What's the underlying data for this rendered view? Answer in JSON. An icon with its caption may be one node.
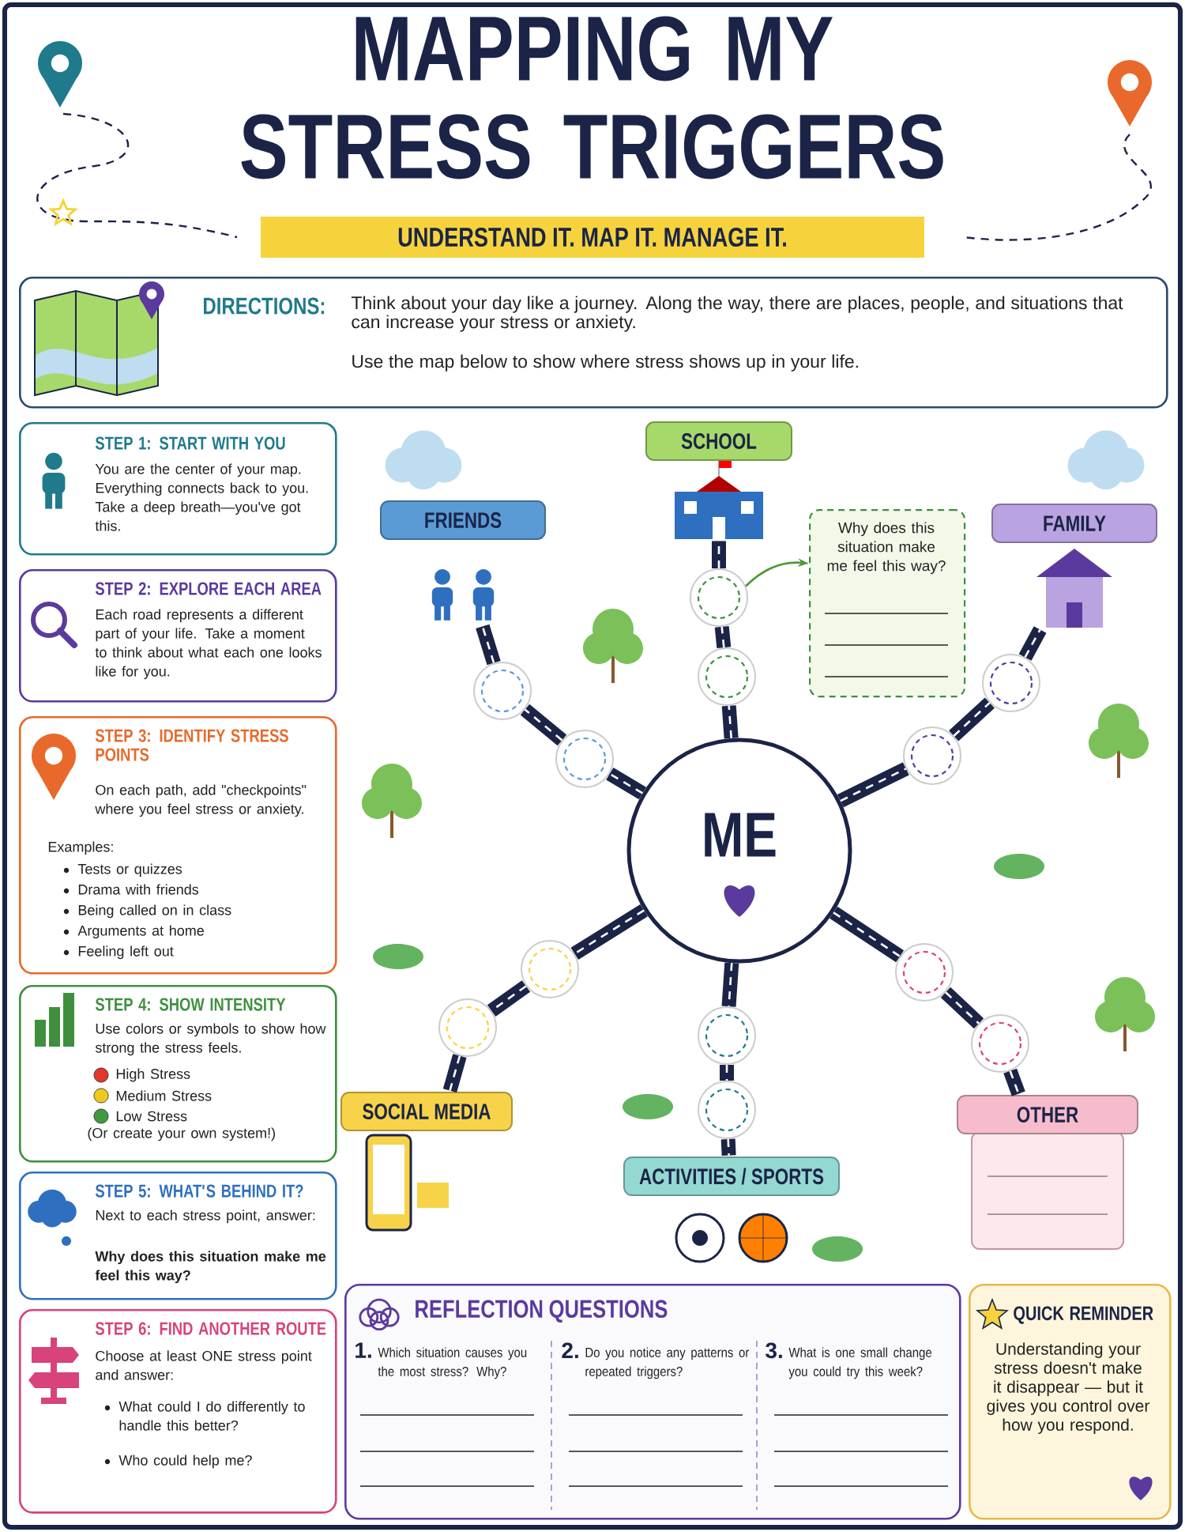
{
  "diagram": {
    "title": "MAPPING MY STRESS TRIGGERS",
    "nodes": [
      {
        "text": [
          "DIRECTIONS:",
          "Think about your day like a journey. Along the way, there are places, people, and situations that can increase your stress or anxiety.",
          "Use the map below to show where stress shows up in your life."
        ]
      },
      {
        "text": [
          "STEP 1: START WITH YOU",
          "You are the center of your map. Everything connects back to you. Take a deep breath—you've got this."
        ]
      },
      {
        "text": [
          "STEP 2: EXPLORE EACH AREA",
          "Each road represents a different part of your life. Take a moment to think about what each one looks like for you."
        ]
      },
      {
        "text": [
          "STEP 3: IDENTIFY STRESS POINTS",
          "On each path, add \"checkpoints\" where you feel stress or anxiety.",
          "Examples:",
          "Tests or quizzes",
          "Drama with friends",
          "Being called on in class",
          "Arguments at home",
          "Feeling left out"
        ]
      },
      {
        "text": [
          "STEP 4: SHOW INTENSITY",
          "Use colors or symbols to show how strong the stress feels.",
          "(Or create your own system!)"
        ]
      },
      {
        "text": [
          "STEP 5: WHAT'S BEHIND IT?",
          "Next to each stress point, answer:",
          "Why does this situation make me feel this way?"
        ]
      },
      {
        "text": [
          "STEP 6: FIND ANOTHER ROUTE",
          "Choose at least ONE stress point and answer:",
          "What could I do differently to handle this better?",
          "Who could help me?"
        ]
      },
      {
        "text": [
          "ME"
        ]
      },
      {
        "text": [
          "FRIENDS"
        ]
      },
      {
        "text": [
          "SCHOOL"
        ]
      },
      {
        "text": [
          "FAMILY"
        ]
      },
      {
        "text": [
          "SOCIAL MEDIA"
        ]
      },
      {
        "text": [
          "ACTIVITIES / SPORTS"
        ]
      },
      {
        "text": [
          "OTHER"
        ]
      },
      {
        "text": [],
        "shape": "circle"
      },
      {
        "text": [],
        "shape": "circle"
      },
      {
        "text": [],
        "shape": "circle"
      },
      {
        "text": [],
        "shape": "circle"
      },
      {
        "text": [],
        "shape": "circle"
      },
      {
        "text": [],
        "shape": "circle"
      },
      {
        "text": [],
        "shape": "circle"
      },
      {
        "text": [],
        "shape": "circle"
      },
      {
        "text": [],
        "shape": "circle"
      },
      {
        "text": [],
        "shape": "circle"
      },
      {
        "text": [],
        "shape": "circle"
      },
      {
        "text": [],
        "shape": "circle"
      },
      {
        "text": [
          "Why does this situation make me feel this way?"
        ]
      },
      {
        "text": [
          "REFLECTION QUESTIONS",
          "1.",
          "Which situation causes you the most stress? Why?",
          "2.",
          "Do you notice any patterns or repeated triggers?",
          "3.",
          "What is one small change you could try this week?"
        ]
      },
      {
        "text": [
          "QUICK REMINDER",
          "Understanding your stress doesn't make it disappear — but it gives you control over how you respond."
        ]
      }
    ],
    "edges": [
      {
        "from": 7,
        "to": 15,
        "arrow": "none"
      },
      {
        "from": 15,
        "to": 14,
        "arrow": "none"
      },
      {
        "from": 14,
        "to": 8,
        "arrow": "none"
      },
      {
        "from": 7,
        "to": 17,
        "arrow": "none"
      },
      {
        "from": 17,
        "to": 16,
        "arrow": "none"
      },
      {
        "from": 16,
        "to": 9,
        "arrow": "none"
      },
      {
        "from": 7,
        "to": 19,
        "arrow": "none"
      },
      {
        "from": 19,
        "to": 18,
        "arrow": "none"
      },
      {
        "from": 18,
        "to": 10,
        "arrow": "none"
      },
      {
        "from": 7,
        "to": 21,
        "arrow": "none"
      },
      {
        "from": 21,
        "to": 20,
        "arrow": "none"
      },
      {
        "from": 20,
        "to": 11,
        "arrow": "none"
      },
      {
        "from": 7,
        "to": 22,
        "arrow": "none"
      },
      {
        "from": 22,
        "to": 23,
        "arrow": "none"
      },
      {
        "from": 23,
        "to": 12,
        "arrow": "none"
      },
      {
        "from": 7,
        "to": 24,
        "arrow": "none"
      },
      {
        "from": 24,
        "to": 25,
        "arrow": "none"
      },
      {
        "from": 25,
        "to": 13,
        "arrow": "none"
      },
      {
        "from": 16,
        "to": 26,
        "arrow": "to",
        "color": "#4e9a3a"
      }
    ],
    "labels": [
      "UNDERSTAND IT. MAP IT. MANAGE IT."
    ],
    "legend": [
      {
        "text": "High Stress",
        "color": "#e0392b"
      },
      {
        "text": "Medium Stress",
        "color": "#f2c81d"
      },
      {
        "text": "Low Stress",
        "color": "#3f9a3f"
      }
    ]
  }
}
